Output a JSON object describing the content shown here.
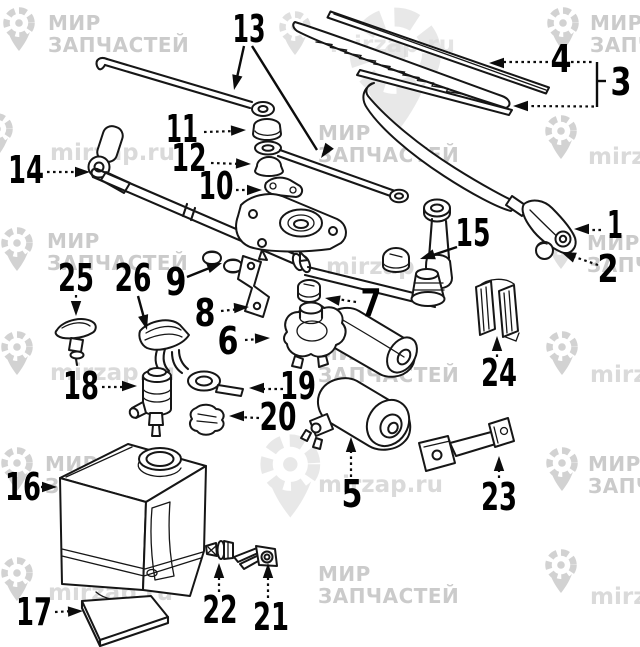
{
  "watermark": {
    "brand_line1": "МИР",
    "brand_line2": "ЗАПЧАСТЕЙ",
    "site": "mirzap.ru"
  },
  "callouts": {
    "c1": "1",
    "c2": "2",
    "c3": "3",
    "c4": "4",
    "c5": "5",
    "c6": "6",
    "c7": "7",
    "c8": "8",
    "c9": "9",
    "c10": "10",
    "c11": "11",
    "c12": "12",
    "c13": "13",
    "c14": "14",
    "c15": "15",
    "c16": "16",
    "c17": "17",
    "c18": "18",
    "c19": "19",
    "c20": "20",
    "c21": "21",
    "c22": "22",
    "c23": "23",
    "c24": "24",
    "c25": "25",
    "c26": "26"
  }
}
